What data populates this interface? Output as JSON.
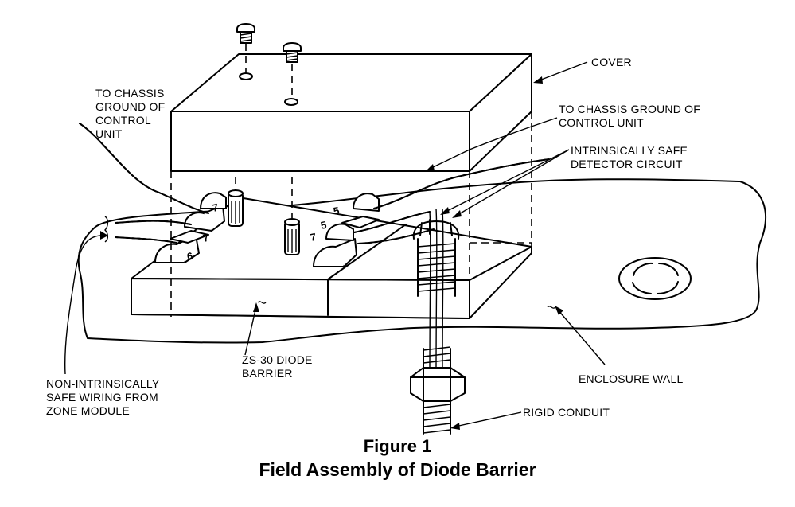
{
  "labels": {
    "cover": "COVER",
    "chassis_left": [
      "TO CHASSIS",
      "GROUND OF",
      "CONTROL",
      "UNIT"
    ],
    "chassis_right": [
      "TO CHASSIS GROUND OF",
      "CONTROL UNIT"
    ],
    "intrinsic": [
      "INTRINSICALLY SAFE",
      "DETECTOR CIRCUIT"
    ],
    "barrier": [
      "ZS-30 DIODE",
      "BARRIER"
    ],
    "non_intrinsic": [
      "NON-INTRINSICALLY",
      "SAFE WIRING FROM",
      "ZONE MODULE"
    ],
    "enclosure": "ENCLOSURE WALL",
    "conduit": "RIGID CONDUIT"
  },
  "terminal_numbers": [
    "6",
    "7",
    "7",
    "7",
    "5",
    "5"
  ],
  "figure": {
    "number": "Figure 1",
    "title": "Field Assembly of Diode Barrier"
  }
}
